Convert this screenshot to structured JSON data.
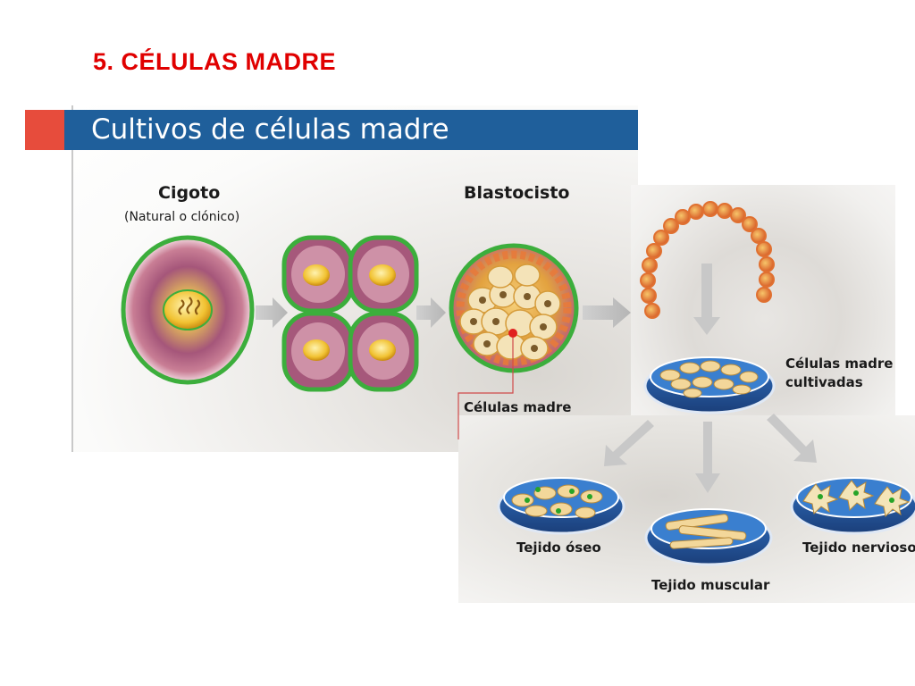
{
  "slide": {
    "title": "5. CÉLULAS MADRE"
  },
  "diagram": {
    "banner_title": "Cultivos de células madre",
    "zygote": {
      "title": "Cigoto",
      "subtitle": "(Natural o clónico)"
    },
    "blastocyst": {
      "title": "Blastocisto",
      "inner_label": "Células madre"
    },
    "cultured": {
      "line1": "Células madre",
      "line2": "cultivadas"
    },
    "tissues": {
      "bone": "Tejido óseo",
      "muscle": "Tejido muscular",
      "nerve": "Tejido nervioso"
    },
    "colors": {
      "title_red": "#e00000",
      "banner_blue": "#1f5f9b",
      "accent_red": "#e74c3c",
      "membrane_green": "#3cae3c",
      "cell_orange": "#e89a2a"
    }
  }
}
